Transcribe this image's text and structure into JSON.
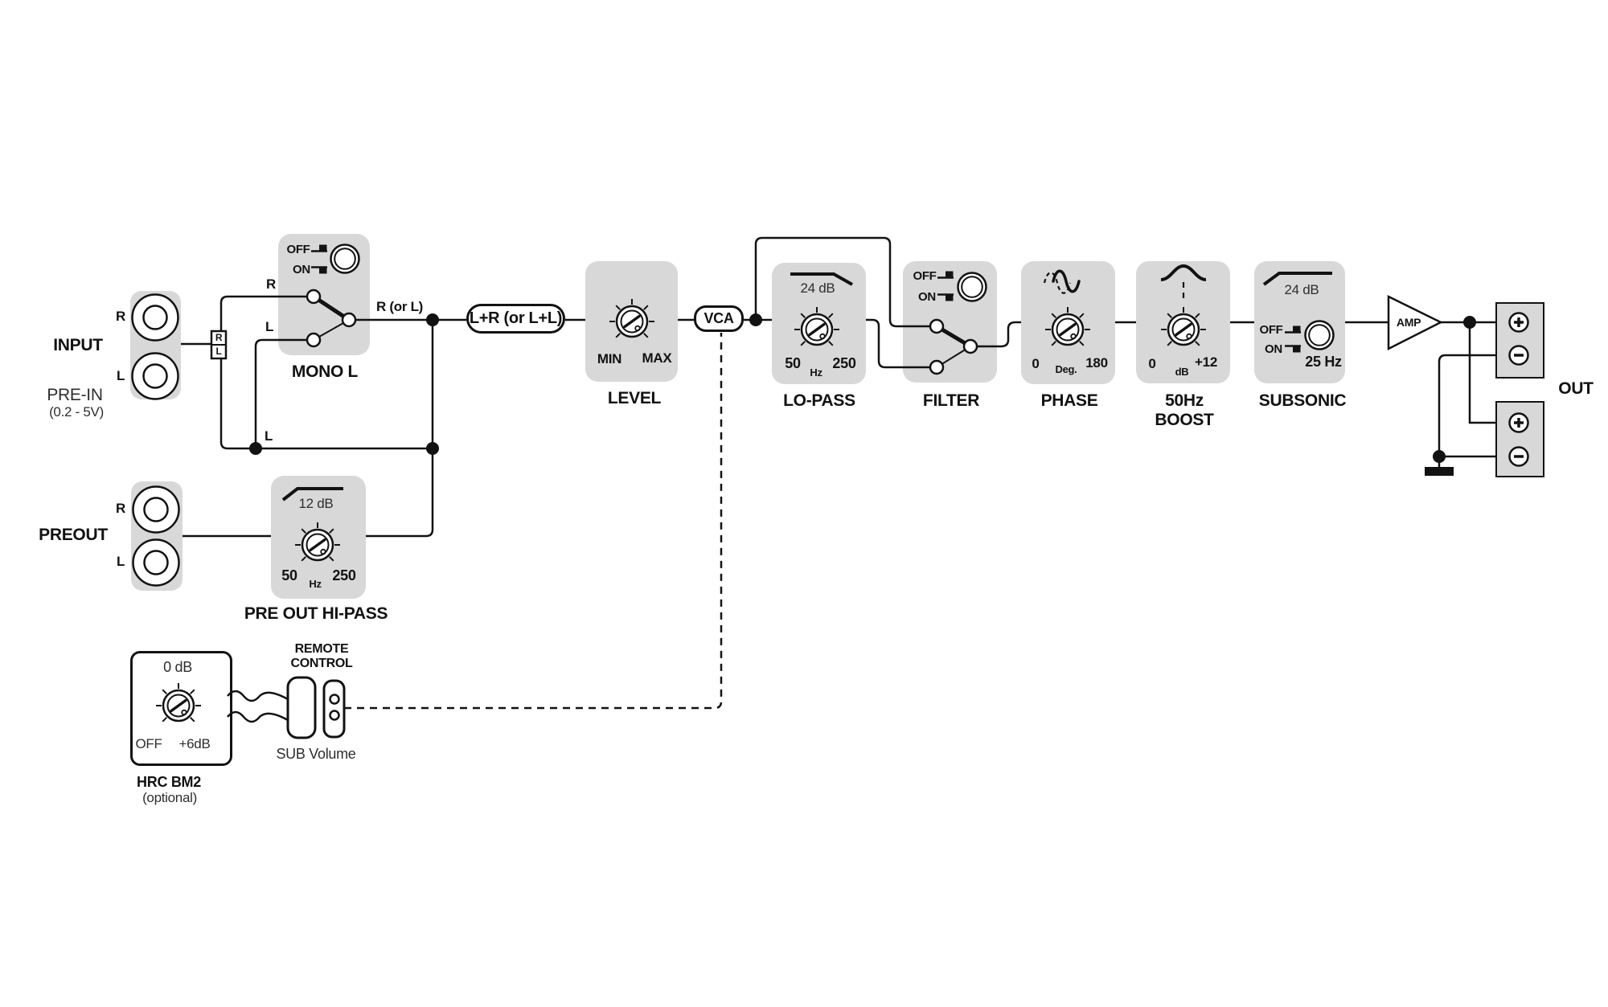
{
  "colors": {
    "panel_gray": "#d8d8d8",
    "line_black": "#121212",
    "soft_text": "#2e2e2e",
    "background": "#ffffff"
  },
  "input": {
    "label": "INPUT",
    "jack_r": "R",
    "jack_l": "L",
    "pre_in": "PRE-IN",
    "range": "(0.2 - 5V)",
    "split_r": "R",
    "split_l": "L"
  },
  "mono": {
    "label": "MONO L",
    "off": "OFF",
    "on": "ON",
    "in_r": "R",
    "in_l": "L",
    "out": "R (or L)",
    "line_l": "L"
  },
  "sum": {
    "label": "L+R (or L+L)"
  },
  "level": {
    "label": "LEVEL",
    "min": "MIN",
    "max": "MAX"
  },
  "vca": {
    "label": "VCA"
  },
  "lopass": {
    "label": "LO-PASS",
    "slope": "24 dB",
    "min": "50",
    "unit": "Hz",
    "max": "250"
  },
  "filter": {
    "label": "FILTER",
    "off": "OFF",
    "on": "ON"
  },
  "phase": {
    "label": "PHASE",
    "min": "0",
    "unit": "Deg.",
    "max": "180"
  },
  "boost": {
    "label1": "50Hz",
    "label2": "BOOST",
    "min": "0",
    "unit": "dB",
    "max": "+12"
  },
  "subsonic": {
    "label": "SUBSONIC",
    "slope": "24 dB",
    "off": "OFF",
    "on": "ON",
    "freq": "25 Hz"
  },
  "amp": {
    "label": "AMP"
  },
  "out": {
    "label": "OUT"
  },
  "preout": {
    "label": "PREOUT",
    "jack_r": "R",
    "jack_l": "L"
  },
  "prehipass": {
    "label": "PRE OUT HI-PASS",
    "slope": "12 dB",
    "min": "50",
    "unit": "Hz",
    "max": "250"
  },
  "remote": {
    "label1": "REMOTE",
    "label2": "CONTROL",
    "caption": "SUB Volume"
  },
  "hrc": {
    "label": "HRC BM2",
    "note": "(optional)",
    "top": "0 dB",
    "left": "OFF",
    "right": "+6dB"
  }
}
